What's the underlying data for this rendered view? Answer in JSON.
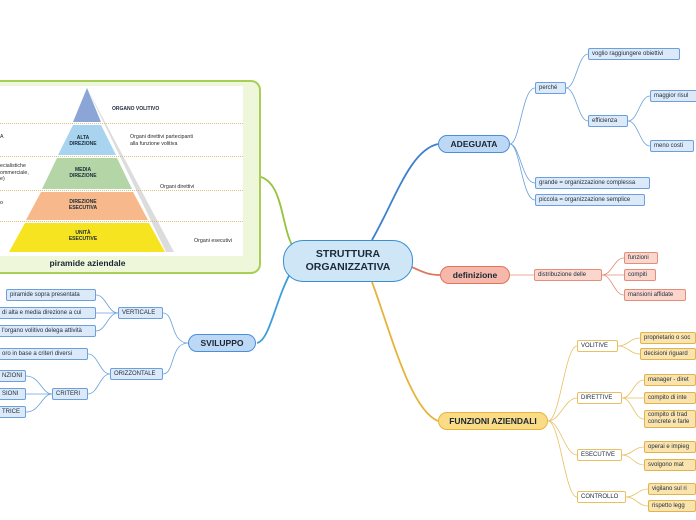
{
  "root": {
    "title": "STRUTTURA\nORGANIZZATIVA"
  },
  "adeguata": {
    "label": "ADEGUATA",
    "perche": "perché",
    "voglio": "voglio raggiungere obiettivi",
    "efficienza": "efficienza",
    "maggior": "maggior risul",
    "meno_costi": "meno costi",
    "grande": "grande = organizzazione complessa",
    "piccola": "piccola = organizzazione semplice"
  },
  "definizione": {
    "label": "definizione",
    "distribuzione": "distribuzione delle",
    "funzioni": "funzioni",
    "compiti": "compiti",
    "mansioni": "mansioni affidate"
  },
  "funzioni": {
    "label": "FUNZIONI AZIENDALI",
    "volitive": "VOLITIVE",
    "proprietario": "proprietario o soc",
    "decisioni": "decisioni riguard",
    "direttive": "DIRETTIVE",
    "manager": "manager - diret",
    "compito_inte": "compito di inte",
    "compito_trad": "compito di trad\nconcrete e farle",
    "esecutive": "ESECUTIVE",
    "operai": "operai e impieg",
    "svolgono": "svolgono mat",
    "controllo": "CONTROLLO",
    "vigilano": "vigilano sul ri",
    "rispetto": "rispetto legg"
  },
  "sviluppo": {
    "label": "SVILUPPO",
    "verticale": "VERTICALE",
    "v1": "piramide sopra presentata",
    "v2": "di alta e media direzione a cui",
    "v3": "l'organo volitivo delega attività",
    "orizzontale": "ORIZZONTALE",
    "o1": "oro in base a criteri diversi",
    "criteri": "CRITERI",
    "c1": "NZIONI",
    "c2": "SIONI",
    "c3": "TRICE"
  },
  "piramide": {
    "title": "piramide aziendale",
    "organo_volitivo": "ORGANO VOLITIVO",
    "alta": "ALTA\nDIREZIONE",
    "media": "MEDIA\nDIREZIONE",
    "direzione_esec": "DIREZIONE\nESECUTIVA",
    "unita": "UNITÀ\nESECUTIVE",
    "organi_part": "Organi direttivi partecipanti\nalla funzione volitiva",
    "organi_dir": "Organi direttivi",
    "organi_esec": "Organi esecutivi",
    "left_a": "A",
    "left_spec": "ecialistiche\nommerciale,\ne)",
    "left_o": "o"
  },
  "colors": {
    "blue": "#3d7fd1",
    "red": "#e0735c",
    "yellow": "#e6b43c",
    "green": "#97c23d"
  }
}
